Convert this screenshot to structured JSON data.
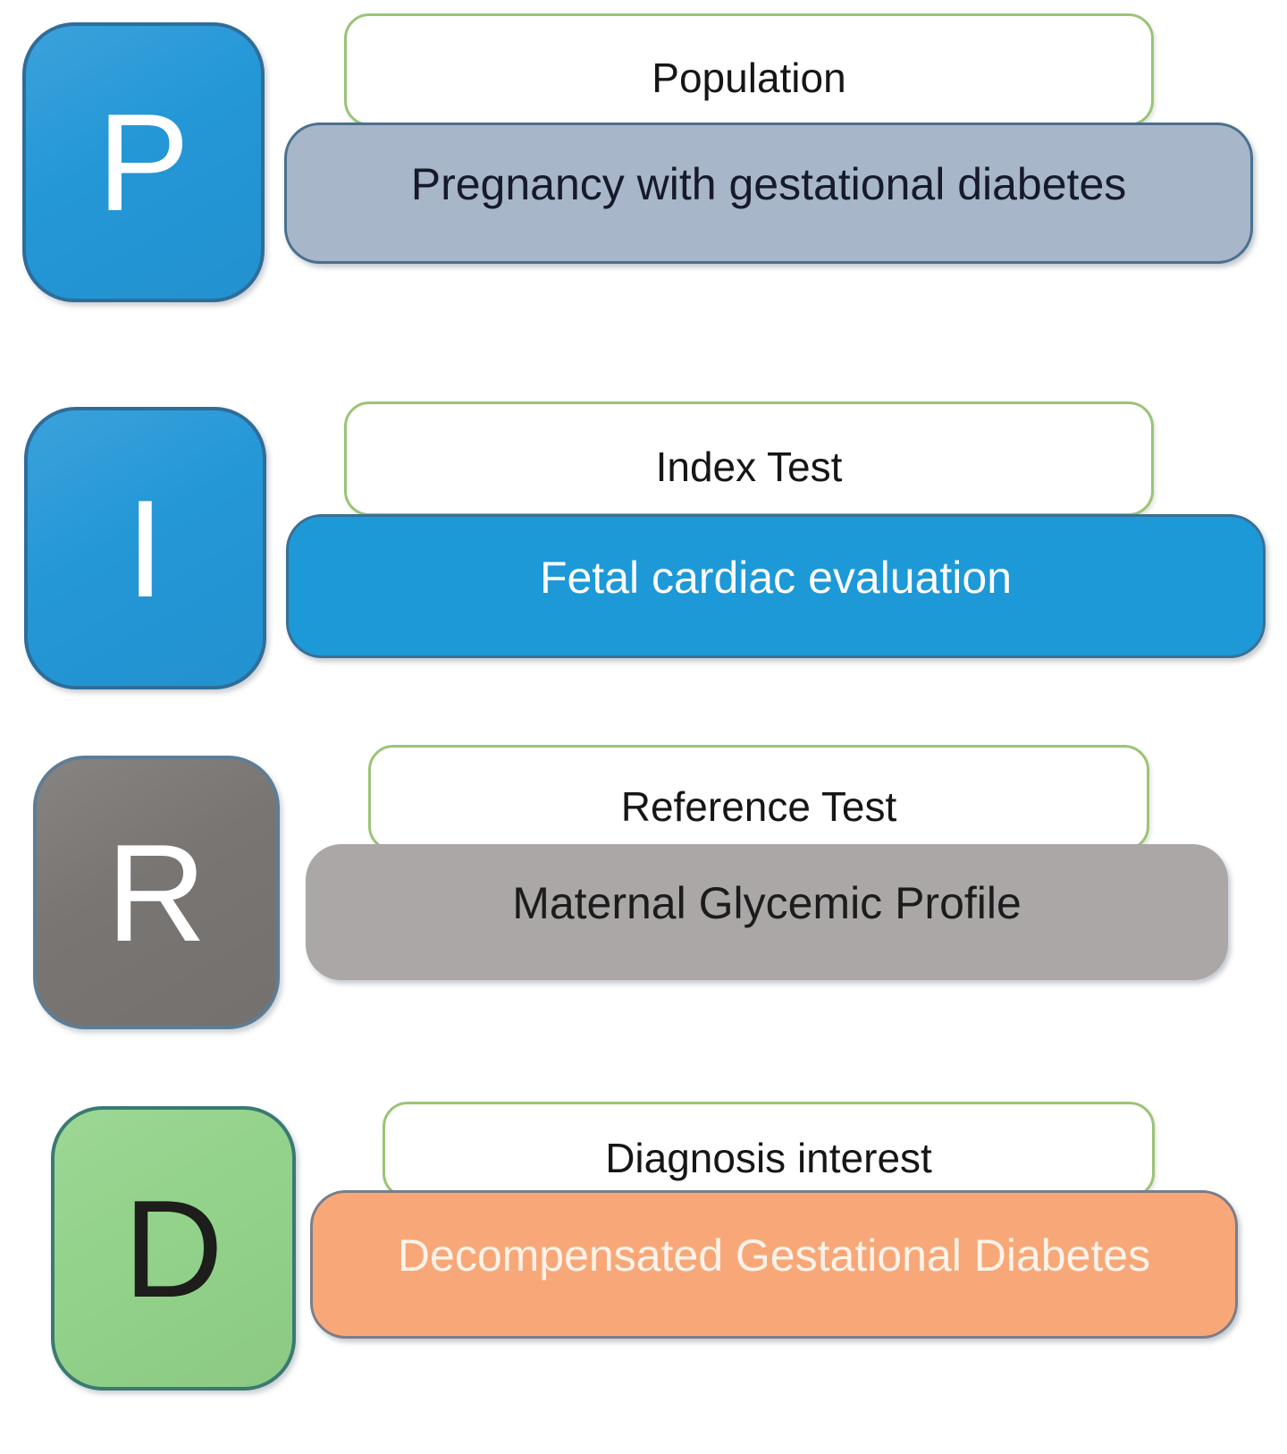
{
  "diagram": {
    "type": "PIRD framework diagram",
    "rows": 4
  },
  "colors": {
    "blue_square": "#2497d7",
    "blue_square_border": "#2f6d99",
    "steel_box": "#a8b6c9",
    "steel_box_border": "#4a708f",
    "blue_box": "#1d99d8",
    "blue_box_border": "#3a6f94",
    "gray_square": "#797573",
    "gray_square_border": "#5e7d95",
    "gray_box": "#aaa7a6",
    "green_square": "#92d28a",
    "green_square_border": "#3a7a72",
    "orange_box": "#f8a878",
    "orange_box_border": "#7b7d89",
    "label_border": "#9cc377",
    "page_bg": "#ffffff",
    "steel_text": "#161a2b",
    "gray_text": "#1c1c1c",
    "white_text": "#fdfdfd",
    "orange_text": "#fdf3ea",
    "letter_light": "#ffffff",
    "letter_dark": "#1d1d1b"
  },
  "rows": [
    {
      "id": "population",
      "letter": "P",
      "label": "Population",
      "value": "Pregnancy with gestational diabetes"
    },
    {
      "id": "index-test",
      "letter": "I",
      "label": "Index Test",
      "value": "Fetal cardiac evaluation"
    },
    {
      "id": "reference-test",
      "letter": "R",
      "label": "Reference Test",
      "value": "Maternal Glycemic Profile"
    },
    {
      "id": "diagnosis-interest",
      "letter": "D",
      "label": "Diagnosis interest",
      "value": "Decompensated Gestational Diabetes"
    }
  ]
}
